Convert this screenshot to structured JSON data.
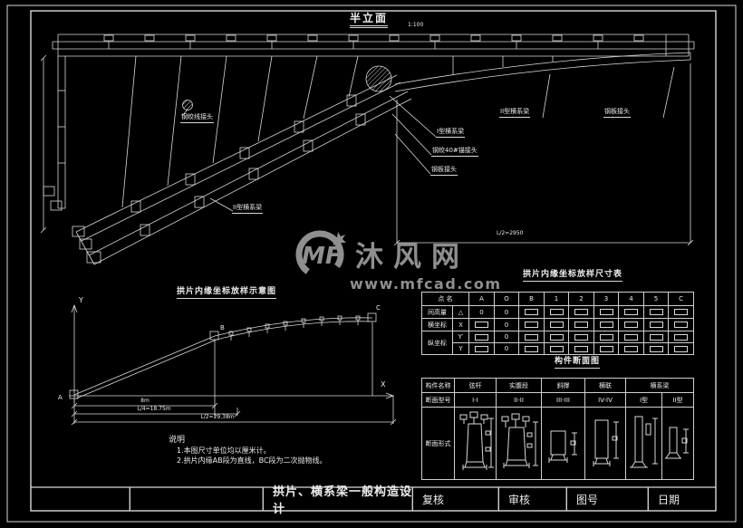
{
  "titles": {
    "elevation": "半立面",
    "elevation_scale": "1:100",
    "layout_diagram": "拱片内缘坐标放样示意图",
    "coord_table": "拱片内缘坐标放样尺寸表",
    "section_diagram": "构件断面图",
    "notes_title": "说明"
  },
  "labels": {
    "strand_joint": "钢绞线接头",
    "type2_beam_left": "II型横系梁",
    "type1_beam": "I型横系梁",
    "strand40_joint": "钢绞40#锚接头",
    "plate_joint_mid": "钢板接头",
    "type2_beam_top": "II型横系梁",
    "plate_joint_right": "钢板接头"
  },
  "dimensions": {
    "half_span_top": "L/2=2950",
    "dim_rise": "8m",
    "dim_quarter": "L/4=18.75m",
    "dim_half": "L/2=29.38m"
  },
  "axes": {
    "x": "X",
    "y": "Y",
    "a": "A",
    "b": "B",
    "c": "C"
  },
  "notes": [
    "1.本图尺寸单位均以厘米计。",
    "2.拱片内缘AB段为直线，BC段为二次抛物线。"
  ],
  "coord_table": {
    "header": [
      "点  名",
      "A",
      "O",
      "B",
      "1",
      "2",
      "3",
      "4",
      "5",
      "C"
    ],
    "rows": [
      {
        "label": "间高量",
        "symbol": "△",
        "values": [
          "0",
          "0",
          "▯",
          "▯",
          "▯",
          "▯",
          "▯",
          "▯",
          "▯"
        ]
      },
      {
        "label": "横坐标",
        "symbol": "X",
        "values": [
          "▯",
          "0",
          "▯",
          "▯",
          "▯",
          "▯",
          "▯",
          "▯",
          "▯"
        ]
      },
      {
        "label": "纵坐标",
        "symbol": "Y′",
        "values": [
          "▯",
          "0",
          "▯",
          "▯",
          "▯",
          "▯",
          "▯",
          "▯",
          "▯"
        ]
      },
      {
        "label": "",
        "symbol": "Y",
        "values": [
          "▯",
          "0",
          "▯",
          "▯",
          "▯",
          "▯",
          "▯",
          "▯",
          "▯"
        ]
      }
    ]
  },
  "section_table": {
    "row1_label": "构件名称",
    "row2_label": "断面型号",
    "row3_label": "断面形式",
    "members": [
      "弦杆",
      "实腹段",
      "斜撑",
      "横联"
    ],
    "beam_group": "横系梁",
    "types": [
      "I-I",
      "II-II",
      "III-III",
      "IV-IV",
      "I型",
      "II型"
    ]
  },
  "watermark": {
    "logo": "MF",
    "name": "沐风网",
    "url": "www.mfcad.com"
  },
  "titleblock": {
    "title": "拱片、横系梁一般构造设计",
    "check": "复核",
    "review": "审核",
    "drawing_no": "图号",
    "date": "日期"
  },
  "colors": {
    "background": "#000000",
    "line": "#d8d8d8",
    "watermark": "#8f8f8f"
  }
}
